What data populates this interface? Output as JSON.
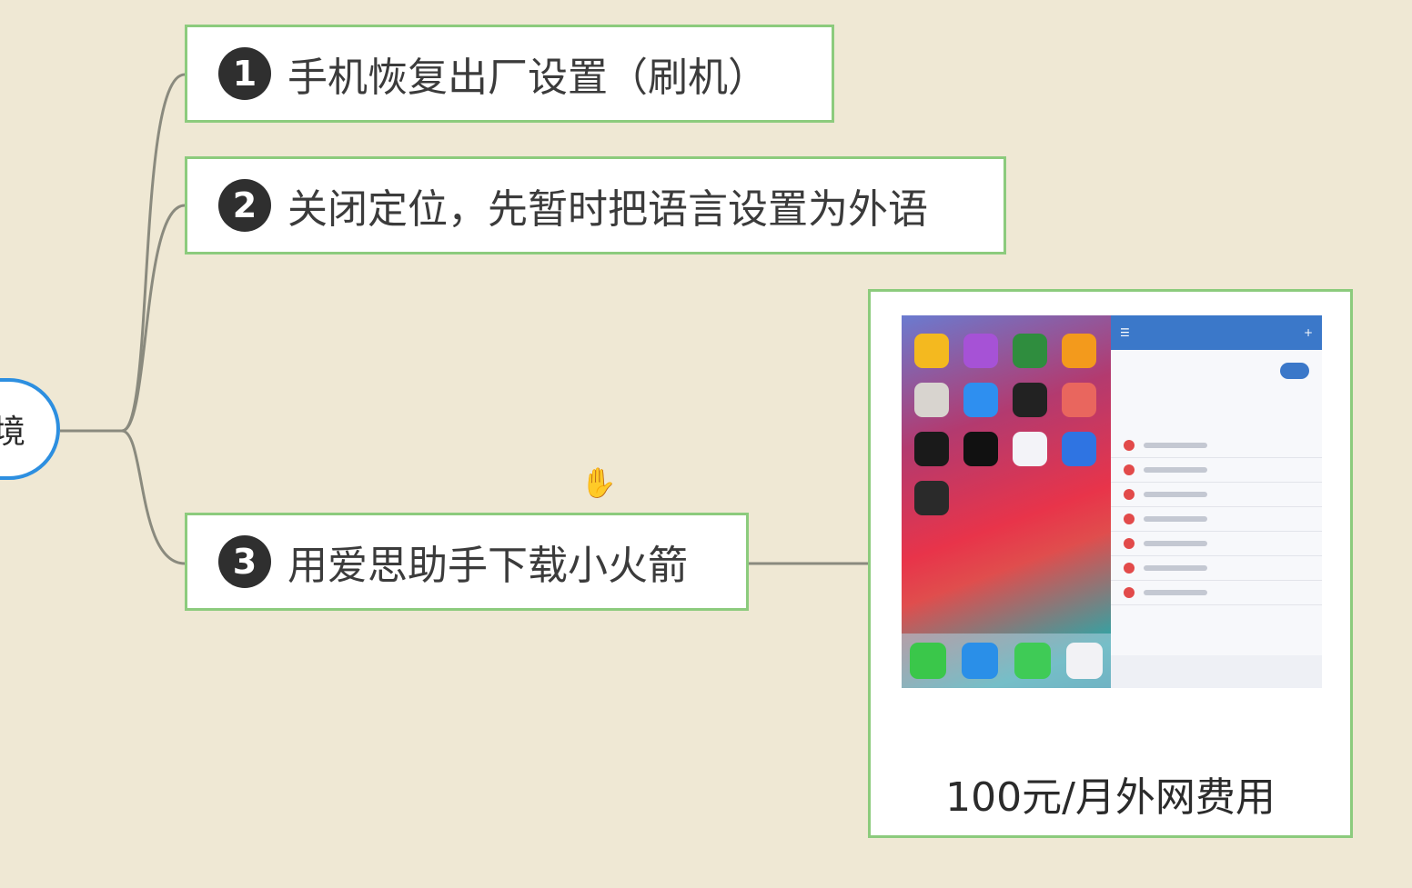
{
  "root": {
    "label": "境"
  },
  "topics": [
    {
      "badge": "1",
      "text": "手机恢复出厂设置（刷机）"
    },
    {
      "badge": "2",
      "text": "关闭定位，先暂时把语言设置为外语"
    },
    {
      "badge": "3",
      "text": "用爱思助手下载小火箭"
    }
  ],
  "image_node": {
    "caption": "100元/月外网费用",
    "screenshot_alt": "iPhone home screen and Shadowrocket proxy app"
  },
  "colors": {
    "background": "#efe8d4",
    "topic_border": "#8ccb7d",
    "root_border": "#2d8fe0",
    "connector": "#8a8a7e"
  },
  "cursor_icon": "hand-pointer-icon"
}
